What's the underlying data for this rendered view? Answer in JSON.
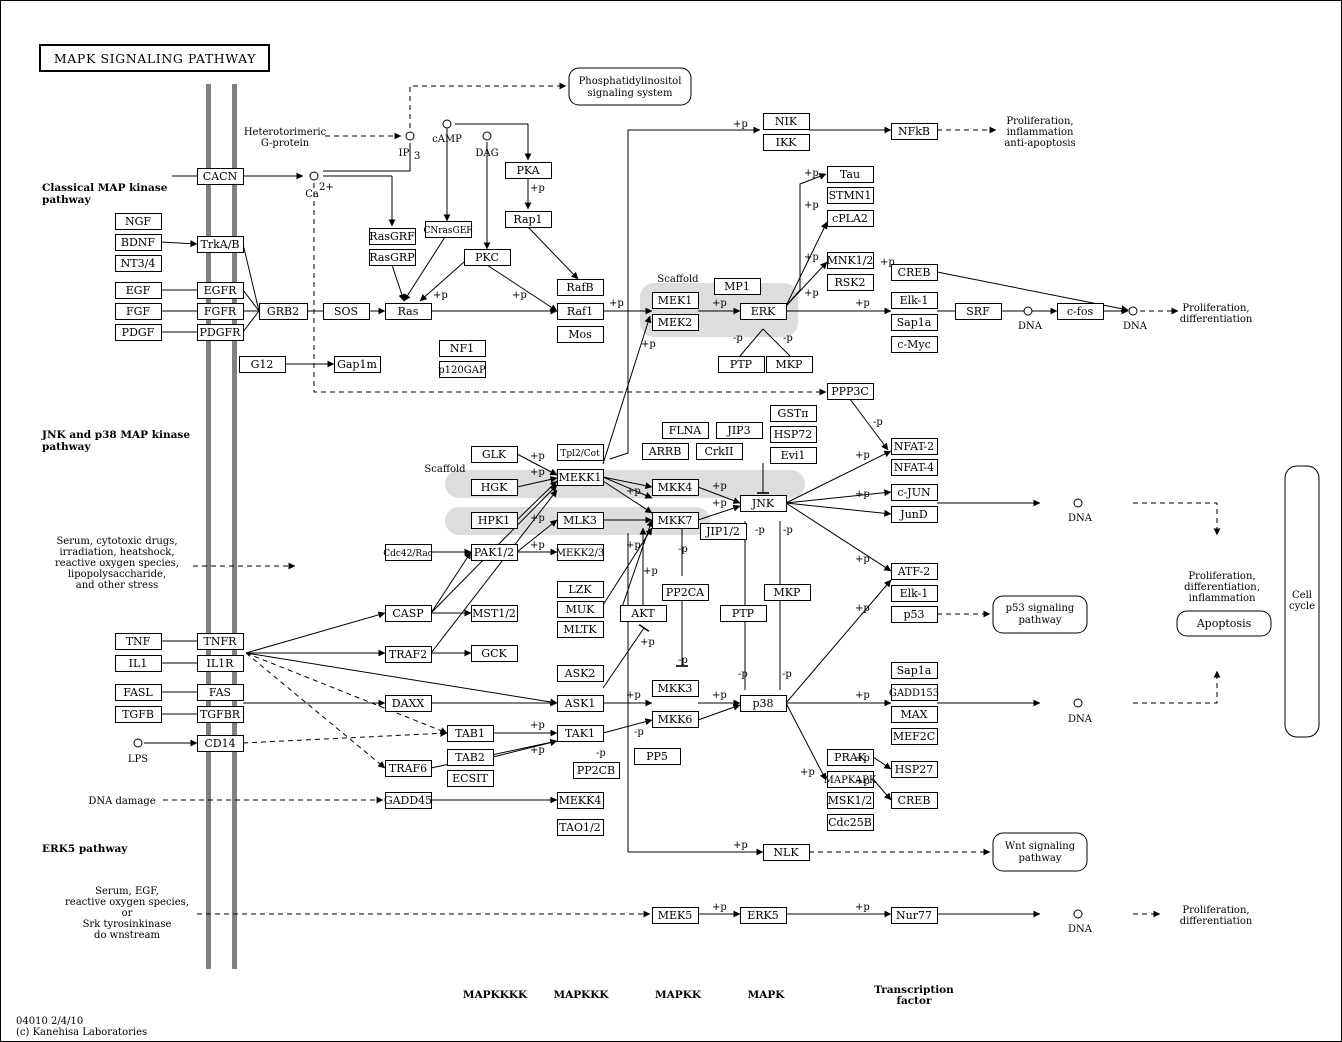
{
  "title": "MAPK SIGNALING PATHWAY",
  "footer": {
    "code": "04010 2/4/10",
    "copyright": "(c) Kanehisa Laboratories"
  },
  "section_labels": {
    "classical_1": "Classical MAP kinase",
    "classical_2": "pathway",
    "jnk_1": "JNK and p38 MAP kinase",
    "jnk_2": "pathway",
    "erk5": "ERK5 pathway"
  },
  "column_labels": {
    "mapkkkk": "MAPKKKK",
    "mapkkk": "MAPKKK",
    "mapkk": "MAPKK",
    "mapk": "MAPK",
    "tf_1": "Transcription",
    "tf_2": "factor"
  },
  "stimuli": {
    "hetero_1": "Heterotorimeric",
    "hetero_2": "G-protein",
    "serum_1": "Serum, cytotoxic drugs,",
    "serum_2": "irradiation, heatshock,",
    "serum_3": "reactive oxygen species,",
    "serum_4": "lipopolysaccharide,",
    "serum_5": "and other stress",
    "dna_damage": "DNA damage",
    "erk5_1": "Serum, EGF,",
    "erk5_2": "reactive oxygen species,",
    "erk5_3": "or",
    "erk5_4": "Srk tyrosinkinase",
    "erk5_5": "do wnstream"
  },
  "compounds": {
    "ip3": "IP",
    "ip3_sub": "3",
    "camp": "cAMP",
    "dag": "DAG",
    "ca": "Ca",
    "ca_sup": "2+",
    "lps": "LPS"
  },
  "scaffold": "Scaffold",
  "modifiers": {
    "plus_p": "+p",
    "minus_p": "-p"
  },
  "dna": "DNA",
  "outcomes": {
    "prolif_inflam_1": "Proliferation,",
    "prolif_inflam_2": "inflammation",
    "prolif_inflam_3": "anti-apoptosis",
    "prolif_diff_1": "Proliferation,",
    "prolif_diff_2": "differentiation",
    "pdi_1": "Proliferation,",
    "pdi_2": "differentiation,",
    "pdi_3": "inflammation",
    "cell_cycle_1": "Cell",
    "cell_cycle_2": "cycle"
  },
  "pathway_links": {
    "pi": [
      "Phosphatidylinositol",
      "signaling system"
    ],
    "p53": [
      "p53 signaling",
      "pathway"
    ],
    "wnt": [
      "Wnt signaling",
      "pathway"
    ],
    "apoptosis": [
      "Apoptosis"
    ]
  },
  "nodes": [
    {
      "id": "cacn",
      "label": "CACN"
    },
    {
      "id": "ngf",
      "label": "NGF"
    },
    {
      "id": "bdnf",
      "label": "BDNF"
    },
    {
      "id": "nt34",
      "label": "NT3/4"
    },
    {
      "id": "trkab",
      "label": "TrkA/B"
    },
    {
      "id": "egf",
      "label": "EGF"
    },
    {
      "id": "fgf",
      "label": "FGF"
    },
    {
      "id": "pdgf",
      "label": "PDGF"
    },
    {
      "id": "egfr",
      "label": "EGFR"
    },
    {
      "id": "fgfr",
      "label": "FGFR"
    },
    {
      "id": "pdgfr",
      "label": "PDGFR"
    },
    {
      "id": "grb2",
      "label": "GRB2"
    },
    {
      "id": "sos",
      "label": "SOS"
    },
    {
      "id": "ras",
      "label": "Ras"
    },
    {
      "id": "rasgrf",
      "label": "RasGRF"
    },
    {
      "id": "rasgrp",
      "label": "RasGRP"
    },
    {
      "id": "cnrasgef",
      "label": "CNrasGEF"
    },
    {
      "id": "pka",
      "label": "PKA"
    },
    {
      "id": "rap1",
      "label": "Rap1"
    },
    {
      "id": "pkc",
      "label": "PKC"
    },
    {
      "id": "rafb",
      "label": "RafB"
    },
    {
      "id": "raf1",
      "label": "Raf1"
    },
    {
      "id": "mos",
      "label": "Mos"
    },
    {
      "id": "nf1",
      "label": "NF1"
    },
    {
      "id": "p120gap",
      "label": "p120GAP"
    },
    {
      "id": "g12",
      "label": "G12"
    },
    {
      "id": "gap1m",
      "label": "Gap1m"
    },
    {
      "id": "mek1",
      "label": "MEK1"
    },
    {
      "id": "mek2",
      "label": "MEK2"
    },
    {
      "id": "mp1",
      "label": "MP1"
    },
    {
      "id": "erk",
      "label": "ERK"
    },
    {
      "id": "ptp1",
      "label": "PTP"
    },
    {
      "id": "mkp1",
      "label": "MKP"
    },
    {
      "id": "nik",
      "label": "NIK"
    },
    {
      "id": "ikk",
      "label": "IKK"
    },
    {
      "id": "nfkb",
      "label": "NFkB"
    },
    {
      "id": "tau",
      "label": "Tau"
    },
    {
      "id": "stmn1",
      "label": "STMN1"
    },
    {
      "id": "cpla2",
      "label": "cPLA2"
    },
    {
      "id": "mnk12",
      "label": "MNK1/2"
    },
    {
      "id": "rsk2",
      "label": "RSK2"
    },
    {
      "id": "creb1",
      "label": "CREB"
    },
    {
      "id": "elk1a",
      "label": "Elk-1"
    },
    {
      "id": "sap1a1",
      "label": "Sap1a"
    },
    {
      "id": "cmyc",
      "label": "c-Myc"
    },
    {
      "id": "srf",
      "label": "SRF"
    },
    {
      "id": "cfos",
      "label": "c-fos"
    },
    {
      "id": "ppp3c",
      "label": "PPP3C"
    },
    {
      "id": "nfat2",
      "label": "NFAT-2"
    },
    {
      "id": "nfat4",
      "label": "NFAT-4"
    },
    {
      "id": "gstpi",
      "label": "GSTπ"
    },
    {
      "id": "hsp72",
      "label": "HSP72"
    },
    {
      "id": "evi1",
      "label": "Evi1"
    },
    {
      "id": "flna",
      "label": "FLNA"
    },
    {
      "id": "jip3",
      "label": "JIP3"
    },
    {
      "id": "arrb",
      "label": "ARRB"
    },
    {
      "id": "crkii",
      "label": "CrkII"
    },
    {
      "id": "tpl2",
      "label": "Tpl2/Cot"
    },
    {
      "id": "glk",
      "label": "GLK"
    },
    {
      "id": "hgk",
      "label": "HGK"
    },
    {
      "id": "hpk1",
      "label": "HPK1"
    },
    {
      "id": "mekk1",
      "label": "MEKK1"
    },
    {
      "id": "mlk3",
      "label": "MLK3"
    },
    {
      "id": "mkk4",
      "label": "MKK4"
    },
    {
      "id": "mkk7",
      "label": "MKK7"
    },
    {
      "id": "jnk",
      "label": "JNK"
    },
    {
      "id": "jip12",
      "label": "JIP1/2"
    },
    {
      "id": "cjun",
      "label": "c-JUN"
    },
    {
      "id": "jund",
      "label": "JunD"
    },
    {
      "id": "cdc42",
      "label": "Cdc42/Rac"
    },
    {
      "id": "pak12",
      "label": "PAK1/2"
    },
    {
      "id": "mekk23",
      "label": "MEKK2/3"
    },
    {
      "id": "lzk",
      "label": "LZK"
    },
    {
      "id": "muk",
      "label": "MUK"
    },
    {
      "id": "mltk",
      "label": "MLTK"
    },
    {
      "id": "akt",
      "label": "AKT"
    },
    {
      "id": "pp2ca",
      "label": "PP2CA"
    },
    {
      "id": "ptp2",
      "label": "PTP"
    },
    {
      "id": "mkp2",
      "label": "MKP"
    },
    {
      "id": "atf2",
      "label": "ATF-2"
    },
    {
      "id": "elk1b",
      "label": "Elk-1"
    },
    {
      "id": "p53",
      "label": "p53"
    },
    {
      "id": "tnf",
      "label": "TNF"
    },
    {
      "id": "il1",
      "label": "IL1"
    },
    {
      "id": "tnfr",
      "label": "TNFR"
    },
    {
      "id": "il1r",
      "label": "IL1R"
    },
    {
      "id": "fasl",
      "label": "FASL"
    },
    {
      "id": "tgfb",
      "label": "TGFB"
    },
    {
      "id": "fas",
      "label": "FAS"
    },
    {
      "id": "tgfbr",
      "label": "TGFBR"
    },
    {
      "id": "cd14",
      "label": "CD14"
    },
    {
      "id": "casp",
      "label": "CASP"
    },
    {
      "id": "mst12",
      "label": "MST1/2"
    },
    {
      "id": "traf2",
      "label": "TRAF2"
    },
    {
      "id": "gck",
      "label": "GCK"
    },
    {
      "id": "daxx",
      "label": "DAXX"
    },
    {
      "id": "ask2",
      "label": "ASK2"
    },
    {
      "id": "ask1",
      "label": "ASK1"
    },
    {
      "id": "tab1",
      "label": "TAB1"
    },
    {
      "id": "tak1",
      "label": "TAK1"
    },
    {
      "id": "traf6",
      "label": "TRAF6"
    },
    {
      "id": "tab2",
      "label": "TAB2"
    },
    {
      "id": "ecsit",
      "label": "ECSIT"
    },
    {
      "id": "pp2cb",
      "label": "PP2CB"
    },
    {
      "id": "pp5",
      "label": "PP5"
    },
    {
      "id": "mkk3",
      "label": "MKK3"
    },
    {
      "id": "mkk6",
      "label": "MKK6"
    },
    {
      "id": "p38",
      "label": "p38"
    },
    {
      "id": "sap1a2",
      "label": "Sap1a"
    },
    {
      "id": "gadd153",
      "label": "GADD153"
    },
    {
      "id": "max",
      "label": "MAX"
    },
    {
      "id": "mef2c",
      "label": "MEF2C"
    },
    {
      "id": "prak",
      "label": "PRAK"
    },
    {
      "id": "mapkapk",
      "label": "MAPKAPK"
    },
    {
      "id": "msk12",
      "label": "MSK1/2"
    },
    {
      "id": "cdc25b",
      "label": "Cdc25B"
    },
    {
      "id": "hsp27",
      "label": "HSP27"
    },
    {
      "id": "creb2",
      "label": "CREB"
    },
    {
      "id": "gadd45",
      "label": "GADD45"
    },
    {
      "id": "mekk4",
      "label": "MEKK4"
    },
    {
      "id": "tao12",
      "label": "TAO1/2"
    },
    {
      "id": "nlk",
      "label": "NLK"
    },
    {
      "id": "mek5",
      "label": "MEK5"
    },
    {
      "id": "erk5",
      "label": "ERK5"
    },
    {
      "id": "nur77",
      "label": "Nur77"
    }
  ]
}
